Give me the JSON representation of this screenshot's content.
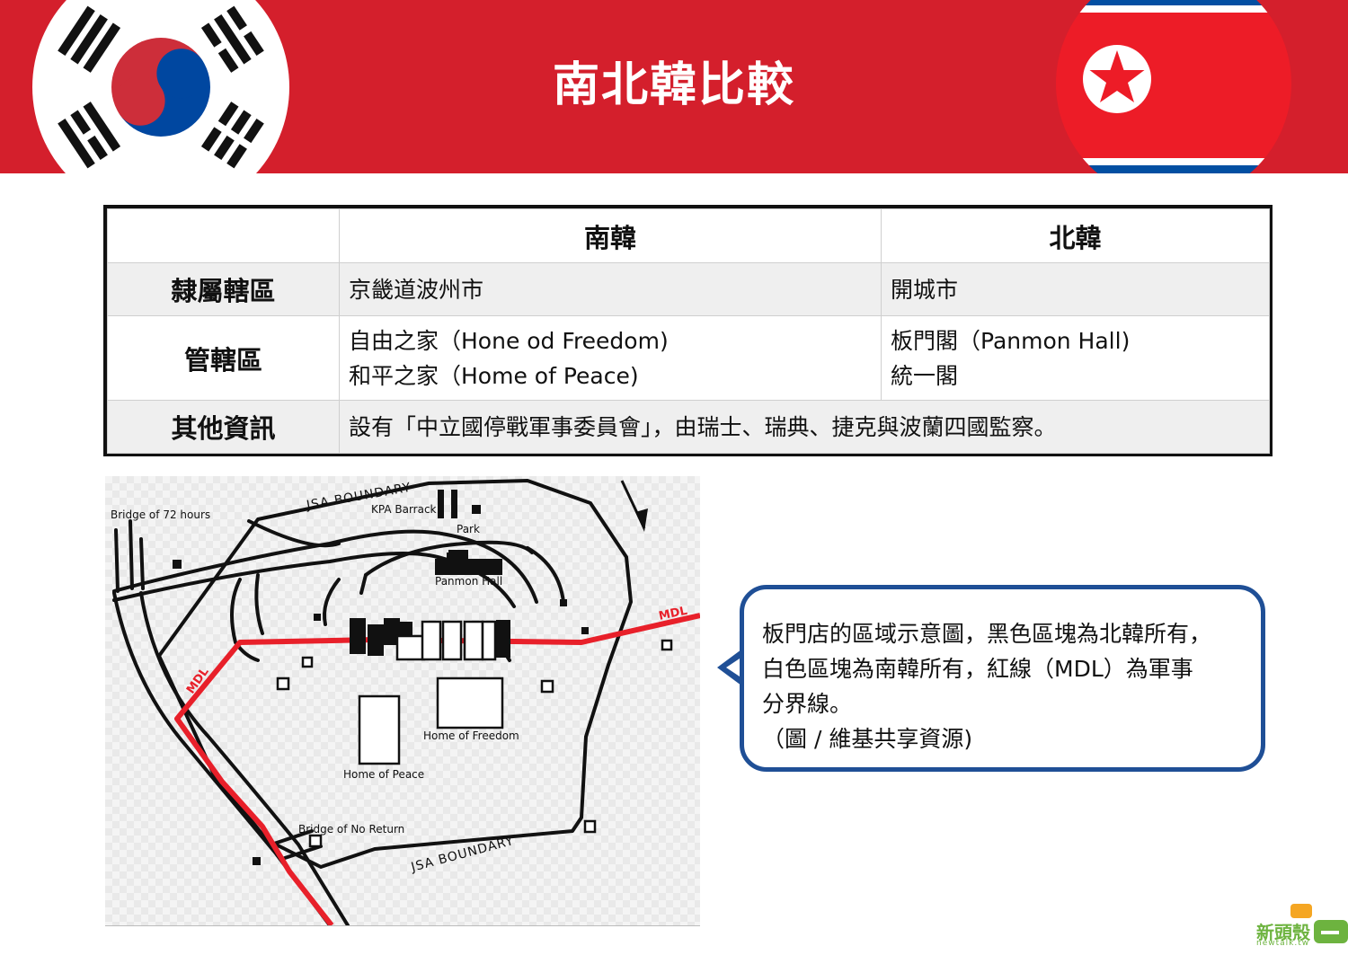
{
  "header": {
    "title": "南北韓比較",
    "color_bg": "#d41f2c"
  },
  "table": {
    "columns": [
      "",
      "南韓",
      "北韓"
    ],
    "rows": [
      {
        "label": "隸屬轄區",
        "south": [
          "京畿道波州市"
        ],
        "north": [
          "開城市"
        ]
      },
      {
        "label": "管轄區",
        "south": [
          "自由之家（Hone od Freedom)",
          "和平之家（Home of Peace)"
        ],
        "north": [
          "板門閣（Panmon Hall)",
          "統一閣"
        ]
      },
      {
        "label": "其他資訊",
        "merged": "設有「中立國停戰軍事委員會」，由瑞士、瑞典、捷克與波蘭四國監察。"
      }
    ]
  },
  "map": {
    "labels": {
      "jsa_top": "JSA BOUNDARY",
      "jsa_bottom": "JSA BOUNDARY",
      "bridge72": "Bridge of 72 hours",
      "kpa": "KPA Barrack",
      "park": "Park",
      "panmon": "Panmon Hall",
      "mdl_left": "MDL",
      "mdl_right": "MDL",
      "freedom": "Home of Freedom",
      "peace": "Home of Peace",
      "no_return": "Bridge of No Return"
    },
    "mdl_color": "#e8202a"
  },
  "callout": {
    "lines": [
      "板門店的區域示意圖，黑色區塊為北韓所有，",
      "白色區塊為南韓所有，紅線（MDL）為軍事",
      "分界線。",
      "（圖 / 維基共享資源)"
    ],
    "border_color": "#1f4f96"
  },
  "logo": {
    "name": "新頭殼",
    "sub": "newtalk.tw",
    "color": "#6db33f"
  },
  "flags": {
    "south_icon": "south-korea-flag-icon",
    "north_icon": "north-korea-flag-icon"
  }
}
